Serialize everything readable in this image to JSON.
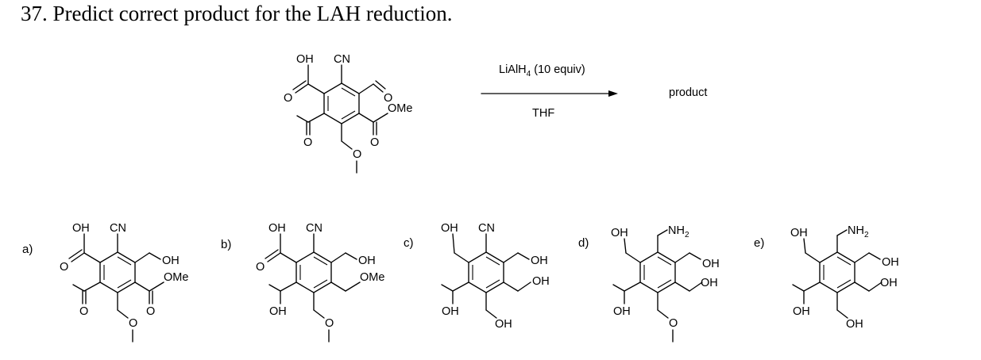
{
  "question": "37. Predict correct product for the LAH reduction.",
  "reaction": {
    "reagent_main": "LiAlH",
    "reagent_sub": "4",
    "reagent_rest": " (10 equiv)",
    "solvent": "THF",
    "product": "product"
  },
  "starting_material": {
    "labels": {
      "oh": "OH",
      "cn": "CN",
      "ome": "OMe",
      "o1": "O",
      "o2": "O",
      "o3": "O",
      "o4": "O",
      "o5": "O"
    }
  },
  "options": [
    {
      "label": "a)",
      "oh": "OH",
      "cn": "CN",
      "ch2oh": "OH",
      "ome": "OMe",
      "o1": "O",
      "o2": "O",
      "o3": "O",
      "o4": "O"
    },
    {
      "label": "b)",
      "oh": "OH",
      "cn": "CN",
      "ch2oh": "OH",
      "ome": "OMe",
      "o1": "O",
      "ohsec": "OH",
      "o4": "O"
    },
    {
      "label": "c)",
      "oh": "OH",
      "cn": "CN",
      "ch2oh": "OH",
      "ch2oh2": "OH",
      "ohsec": "OH",
      "ohbot": "OH"
    },
    {
      "label": "d)",
      "oh": "OH",
      "nh2": "NH",
      "nh2_sub": "2",
      "ch2oh": "OH",
      "ch2oh2": "OH",
      "ohsec": "OH",
      "o4": "O"
    },
    {
      "label": "e)",
      "oh": "OH",
      "nh2": "NH",
      "nh2_sub": "2",
      "ch2oh": "OH",
      "ch2oh2": "OH",
      "ohsec": "OH",
      "ohbot": "OH"
    }
  ]
}
